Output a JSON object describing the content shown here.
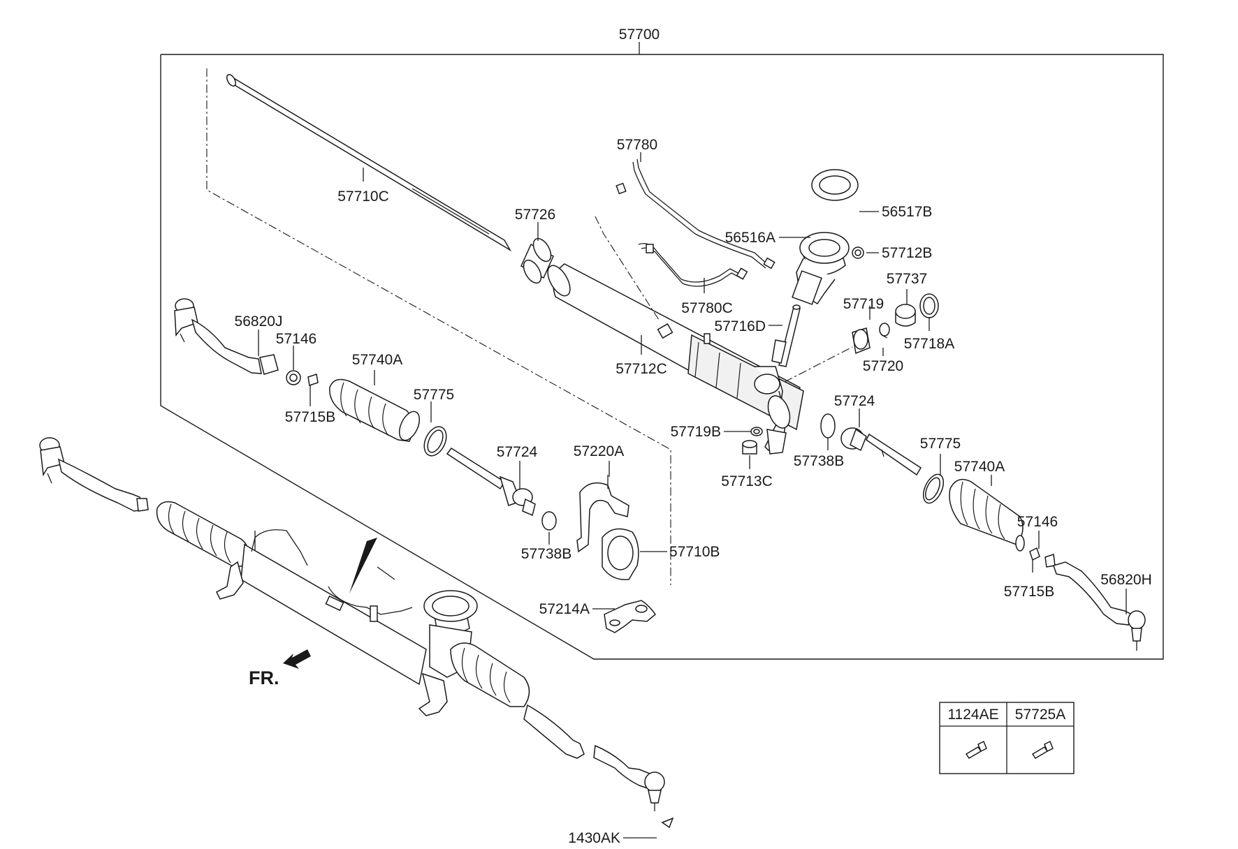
{
  "diagram": {
    "assembly_number": "57700",
    "direction_label": "FR.",
    "labels": {
      "p57710C": "57710C",
      "p57726": "57726",
      "p57780": "57780",
      "p56517B": "56517B",
      "p56516A": "56516A",
      "p57712B": "57712B",
      "p57737": "57737",
      "p57780C": "57780C",
      "p57719": "57719",
      "p57716D": "57716D",
      "p57718A": "57718A",
      "p56820J": "56820J",
      "p57146_left": "57146",
      "p57740A_left": "57740A",
      "p57712C": "57712C",
      "p57720": "57720",
      "p57775_left": "57775",
      "p57715B_left": "57715B",
      "p57724_right": "57724",
      "p57719B": "57719B",
      "p57738B_right": "57738B",
      "p57775_right": "57775",
      "p57724_left": "57724",
      "p57220A": "57220A",
      "p57713C": "57713C",
      "p57740A_right": "57740A",
      "p57146_right": "57146",
      "p57738B_left": "57738B",
      "p57710B": "57710B",
      "p57715B_right": "57715B",
      "p56820H": "56820H",
      "p57214A": "57214A",
      "p1430AK": "1430AK"
    },
    "fastener_table": {
      "col1": "1124AE",
      "col2": "57725A"
    }
  }
}
